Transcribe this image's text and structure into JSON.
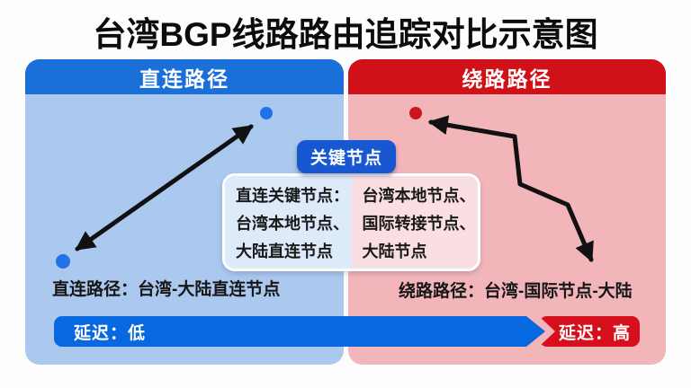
{
  "title": "台湾BGP线路路由追踪对比示意图",
  "left_panel": {
    "header": "直连路径",
    "route_label": "直连路径：台湾-大陆直连节点"
  },
  "right_panel": {
    "header": "绕路路径",
    "route_label": "绕路路径：台湾-国际节点-大陆"
  },
  "key_nodes": {
    "badge_label": "关键节点",
    "direct_column": [
      "直连关键节点：",
      "台湾本地节点、",
      "大陆直连节点"
    ],
    "detour_column": [
      "台湾本地节点、",
      "国际转接节点、",
      "大陆节点"
    ]
  },
  "latency_bar": {
    "low_label": "延迟：低",
    "high_label": "延迟：高"
  },
  "colors": {
    "direct_header": "#1a6fd8",
    "direct_body": "#abc8ee",
    "detour_header": "#d11118",
    "detour_body": "#f2b5ba",
    "latency_low": "#0868e0",
    "latency_high": "#d50f1b",
    "key_badge": "#1757d2",
    "node_blue": "#2171e8",
    "node_red": "#ce1420",
    "arrow": "#111111"
  }
}
